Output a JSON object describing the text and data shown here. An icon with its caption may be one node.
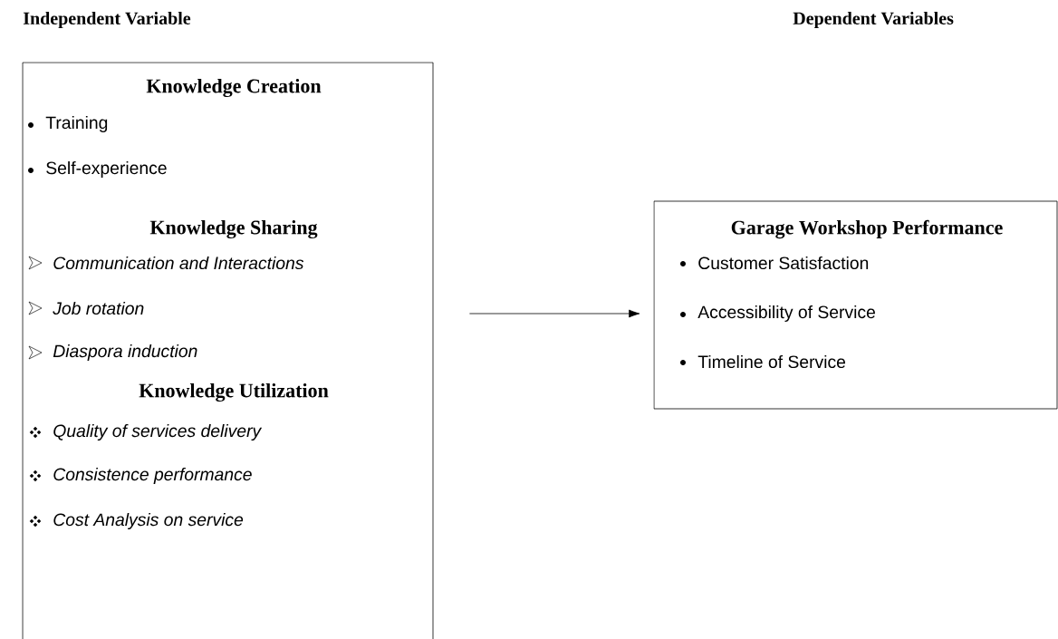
{
  "diagram": {
    "nodes": [
      {
        "text": [
          "Knowledge Creation",
          "Training",
          "Self-experience",
          "Knowledge Sharing",
          "Communication and Interactions",
          "Job rotation",
          "Diaspora induction",
          "Knowledge Utilization",
          "Quality of services delivery",
          "Consistence performance",
          "Cost Analysis on service"
        ]
      },
      {
        "text": [
          "Garage Workshop Performance",
          "Customer Satisfaction",
          "Accessibility of Service",
          "Timeline of Service"
        ]
      }
    ],
    "edges": [
      {
        "from": 0,
        "to": 1,
        "arrow": "to"
      }
    ],
    "labels": [
      "Independent Variable",
      "Dependent Variables"
    ]
  }
}
